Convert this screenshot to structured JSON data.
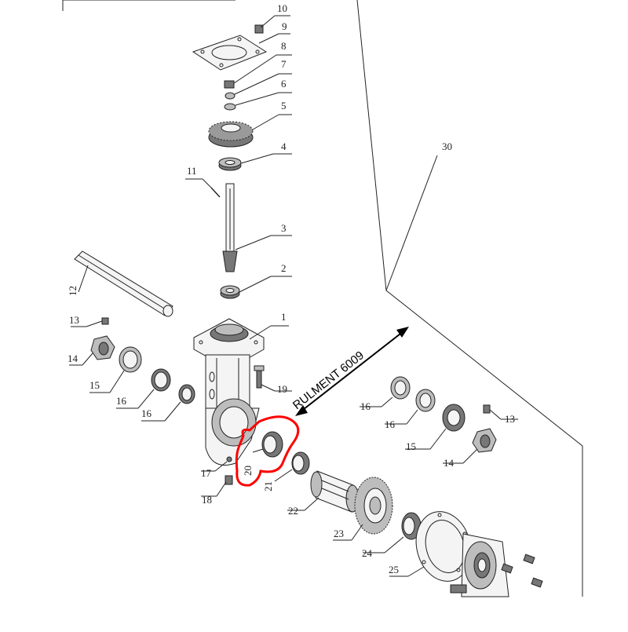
{
  "diagram": {
    "annotation_text": "RULMENT 6009",
    "highlight_color": "#ff0000",
    "callouts": {
      "n1": "1",
      "n2": "2",
      "n3": "3",
      "n4": "4",
      "n5": "5",
      "n6": "6",
      "n7": "7",
      "n8": "8",
      "n9": "9",
      "n10": "10",
      "n11": "11",
      "n12": "12",
      "n13_left": "13",
      "n13_right": "13",
      "n14_left": "14",
      "n14_right": "14",
      "n15_left": "15",
      "n15_right": "15",
      "n16_left_a": "16",
      "n16_left_b": "16",
      "n16_right_a": "16",
      "n16_right_b": "16",
      "n17": "17",
      "n18": "18",
      "n19": "19",
      "n20": "20",
      "n21": "21",
      "n22": "22",
      "n23": "23",
      "n24": "24",
      "n25": "25",
      "n30": "30"
    }
  }
}
